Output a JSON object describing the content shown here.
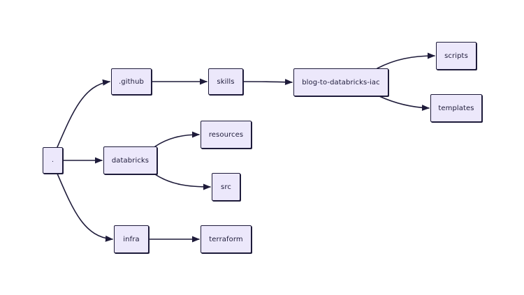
{
  "diagram": {
    "type": "tree",
    "colors": {
      "node_fill": "#ece8fb",
      "stroke": "#1e1b3a",
      "background": "#ffffff"
    },
    "nodes": {
      "root": ".",
      "github": ".github",
      "skills": "skills",
      "blog_to_databricks_iac": "blog-to-databricks-iac",
      "scripts": "scripts",
      "templates": "templates",
      "databricks": "databricks",
      "resources": "resources",
      "src": "src",
      "infra": "infra",
      "terraform": "terraform"
    },
    "edges": [
      {
        "from": ".",
        "to": ".github"
      },
      {
        "from": ".",
        "to": "databricks"
      },
      {
        "from": ".",
        "to": "infra"
      },
      {
        "from": ".github",
        "to": "skills"
      },
      {
        "from": "skills",
        "to": "blog-to-databricks-iac"
      },
      {
        "from": "blog-to-databricks-iac",
        "to": "scripts"
      },
      {
        "from": "blog-to-databricks-iac",
        "to": "templates"
      },
      {
        "from": "databricks",
        "to": "resources"
      },
      {
        "from": "databricks",
        "to": "src"
      },
      {
        "from": "infra",
        "to": "terraform"
      }
    ]
  }
}
